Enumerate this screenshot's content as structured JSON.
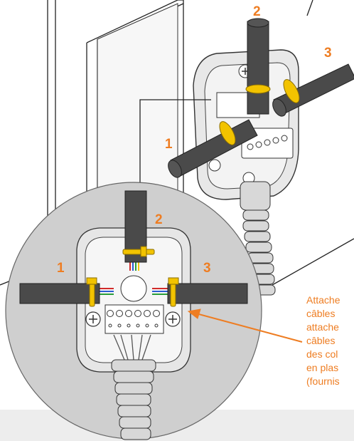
{
  "colors": {
    "accent": "#ee7d22",
    "cable": "#4a4a4a",
    "tie": "#f2c300",
    "background": "#ffffff",
    "wall": "#ededed",
    "magnifier": "#cfcfcf"
  },
  "labels": {
    "top_num_1": "1",
    "top_num_2": "2",
    "top_num_3": "3",
    "zoom_num_1": "1",
    "zoom_num_2": "2",
    "zoom_num_3": "3"
  },
  "caption": {
    "lines": [
      "Attache",
      "câbles",
      "attache",
      "câbles",
      "des col",
      "en plas",
      "(fournis"
    ]
  }
}
